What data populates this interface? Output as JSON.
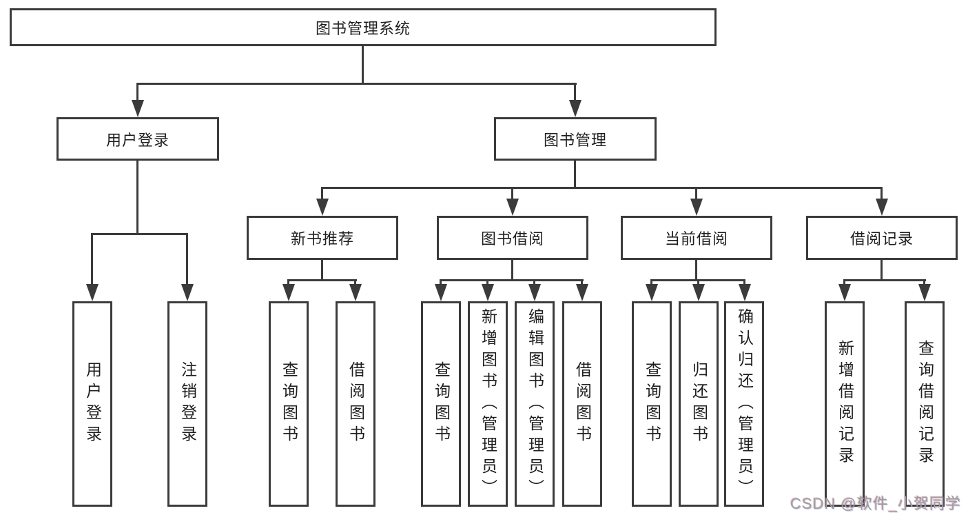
{
  "diagram": {
    "title": "图书管理系统",
    "branches": [
      {
        "label": "用户登录",
        "children": [
          {
            "label": "用户登录"
          },
          {
            "label": "注销登录"
          }
        ]
      },
      {
        "label": "图书管理",
        "children": [
          {
            "label": "新书推荐",
            "children": [
              {
                "label": "查询图书"
              },
              {
                "label": "借阅图书"
              }
            ]
          },
          {
            "label": "图书借阅",
            "children": [
              {
                "label": "查询图书"
              },
              {
                "label": "新增图书（管理员）"
              },
              {
                "label": "编辑图书（管理员）"
              },
              {
                "label": "借阅图书"
              }
            ]
          },
          {
            "label": "当前借阅",
            "children": [
              {
                "label": "查询图书"
              },
              {
                "label": "归还图书"
              },
              {
                "label": "确认归还（管理员）"
              }
            ]
          },
          {
            "label": "借阅记录",
            "children": [
              {
                "label": "新增借阅记录"
              },
              {
                "label": "查询借阅记录"
              }
            ]
          }
        ]
      }
    ]
  },
  "watermark": {
    "text": "CSDN @软件_小贺同学"
  },
  "colors": {
    "line": "#3b3b3b",
    "box_border": "#3b3b3b",
    "text": "#1e1e1e",
    "background": "#ffffff",
    "watermark": "#9d9d9d"
  }
}
